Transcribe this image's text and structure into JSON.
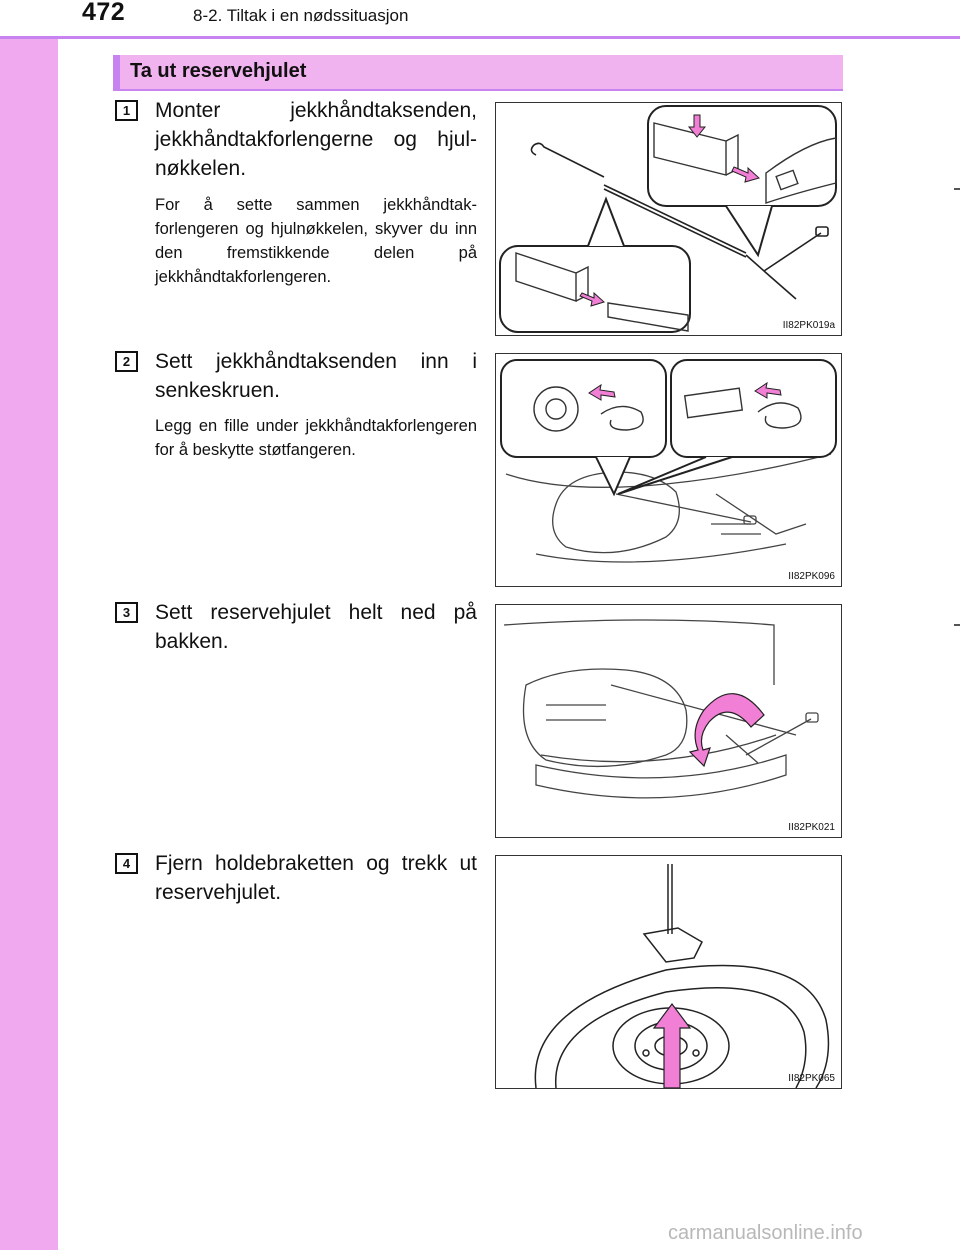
{
  "header": {
    "page_number": "472",
    "chapter": "8-2. Tiltak i en nødssituasjon"
  },
  "section": {
    "title": "Ta ut reservehjulet"
  },
  "steps": [
    {
      "number": "1",
      "main": "Monter jekkhåndtaksenden, jekkhåndtakforlengerne og hjul­nøkkelen.",
      "note": "For å sette sammen jekkhåndtak­forlengeren og hjulnøkkelen, sky­ver du inn den fremstikkende delen på jekkhåndtakforlengeren.",
      "figure_code": "II82PK019a"
    },
    {
      "number": "2",
      "main": "Sett jekkhåndtaksenden inn i senkeskruen.",
      "note": "Legg en fille under jekkhåndtakfor­lengeren for å beskytte støtfange­ren.",
      "figure_code": "II82PK096"
    },
    {
      "number": "3",
      "main": "Sett reservehjulet helt ned på bakken.",
      "note": "",
      "figure_code": "II82PK021"
    },
    {
      "number": "4",
      "main": "Fjern holdebraketten og trekk ut reservehjulet.",
      "note": "",
      "figure_code": "II82PK065"
    }
  ],
  "footer": {
    "watermark": "carmanualsonline.info"
  },
  "colors": {
    "accent": "#c784f0",
    "band": "#f0a8ee",
    "section_fill": "#f1b3ef",
    "arrow": "#f27fd6"
  }
}
